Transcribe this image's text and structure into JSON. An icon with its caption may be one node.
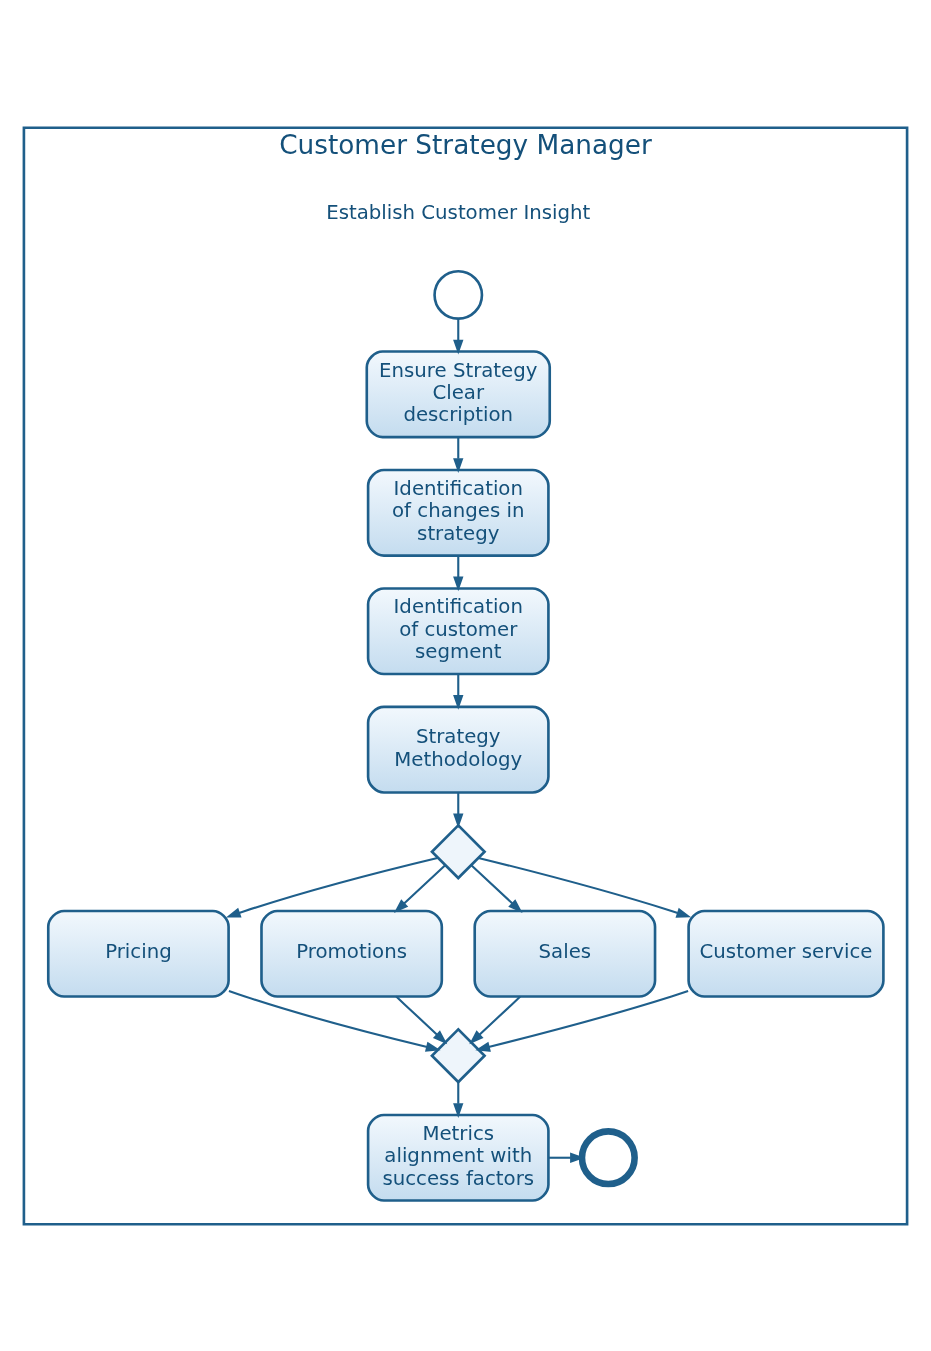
{
  "diagram": {
    "nodes": [
      {
        "text": [
          "Customer Strategy Manager"
        ]
      },
      {
        "text": [],
        "shape": "circle",
        "in": 0
      },
      {
        "text": [
          "Ensure Strategy Clear description"
        ],
        "in": 0
      },
      {
        "text": [
          "Identification of changes in strategy"
        ],
        "in": 0
      },
      {
        "text": [
          "Identification of customer segment"
        ],
        "in": 0
      },
      {
        "text": [
          "Strategy Methodology"
        ],
        "in": 0
      },
      {
        "text": [],
        "shape": "diamond",
        "in": 0
      },
      {
        "text": [
          "Pricing"
        ],
        "in": 0
      },
      {
        "text": [
          "Promotions"
        ],
        "in": 0
      },
      {
        "text": [
          "Sales"
        ],
        "in": 0
      },
      {
        "text": [
          "Customer service"
        ],
        "in": 0
      },
      {
        "text": [],
        "shape": "diamond",
        "in": 0
      },
      {
        "text": [
          "Metrics alignment with success factors"
        ],
        "in": 0
      },
      {
        "text": [],
        "shape": "circle",
        "in": 0
      }
    ],
    "edges": [
      {
        "from": 1,
        "to": 2,
        "arrow": "to"
      },
      {
        "from": 2,
        "to": 3,
        "arrow": "to"
      },
      {
        "from": 3,
        "to": 4,
        "arrow": "to"
      },
      {
        "from": 4,
        "to": 5,
        "arrow": "to"
      },
      {
        "from": 5,
        "to": 6,
        "arrow": "to"
      },
      {
        "from": 6,
        "to": 7,
        "arrow": "to"
      },
      {
        "from": 6,
        "to": 8,
        "arrow": "to"
      },
      {
        "from": 6,
        "to": 9,
        "arrow": "to"
      },
      {
        "from": 6,
        "to": 10,
        "arrow": "to"
      },
      {
        "from": 7,
        "to": 11,
        "arrow": "to"
      },
      {
        "from": 8,
        "to": 11,
        "arrow": "to"
      },
      {
        "from": 9,
        "to": 11,
        "arrow": "to"
      },
      {
        "from": 10,
        "to": 11,
        "arrow": "to"
      },
      {
        "from": 11,
        "to": 12,
        "arrow": "to"
      },
      {
        "from": 12,
        "to": 13,
        "arrow": "to"
      }
    ],
    "labels": [
      "Establish Customer Insight"
    ]
  }
}
